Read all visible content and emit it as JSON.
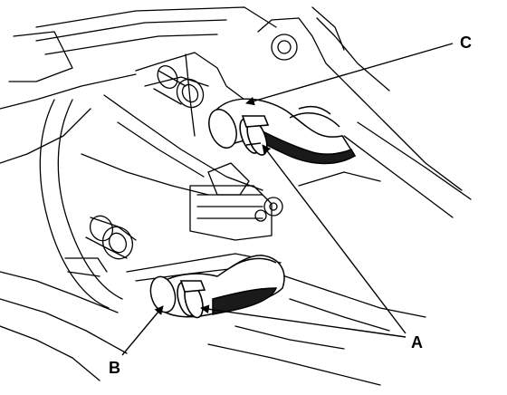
{
  "callouts": {
    "a": "A",
    "b": "B",
    "c": "C"
  },
  "colors": {
    "ink": "#000000",
    "paper": "#ffffff",
    "hose_fill": "#1a1a1a"
  }
}
